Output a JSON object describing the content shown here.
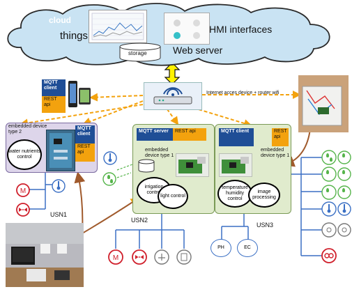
{
  "cloud": {
    "title": "cloud",
    "things": "things",
    "hmi": "HMI interfaces",
    "storage": "storage",
    "webserver": "Web server"
  },
  "router": {
    "label": "Internet acces device + router wifi"
  },
  "phone_block": {
    "mqtt": "MQTT client",
    "rest": "REST api"
  },
  "device2": {
    "title": "embedded device type 2",
    "mqtt": "MQTT client",
    "rest": "REST api",
    "bubble": "water nutrients control"
  },
  "device1a": {
    "mqtt": "MQTT server",
    "rest": "REST api",
    "title": "embedded device type 1",
    "bubble1": "irrigation control",
    "bubble2": "light control"
  },
  "device1b": {
    "mqtt": "MQTT client",
    "rest": "REST api",
    "title": "embedded device type 1",
    "bubble1": "temperature humidity control",
    "bubble2": "image processing"
  },
  "usn": {
    "usn1": "USN1",
    "usn2": "USN2",
    "usn3": "USN3"
  },
  "sensors": {
    "ph": "PH",
    "ec": "EC"
  },
  "colors": {
    "cloud_fill": "#c9e3f3",
    "cloud_stroke": "#2a2a2a",
    "device_green": "#e0ebcd",
    "device_purple": "#ddd5ea",
    "mqtt_blue": "#1f4e96",
    "rest_orange": "#f3a20e",
    "link_orange": "#f3a20e",
    "line_blue": "#3a6fc4",
    "arrow_brown": "#a05a2c",
    "yellow_arrow": "#fff200",
    "actuator_red": "#d0202c",
    "sensor_green": "#55b44a"
  }
}
